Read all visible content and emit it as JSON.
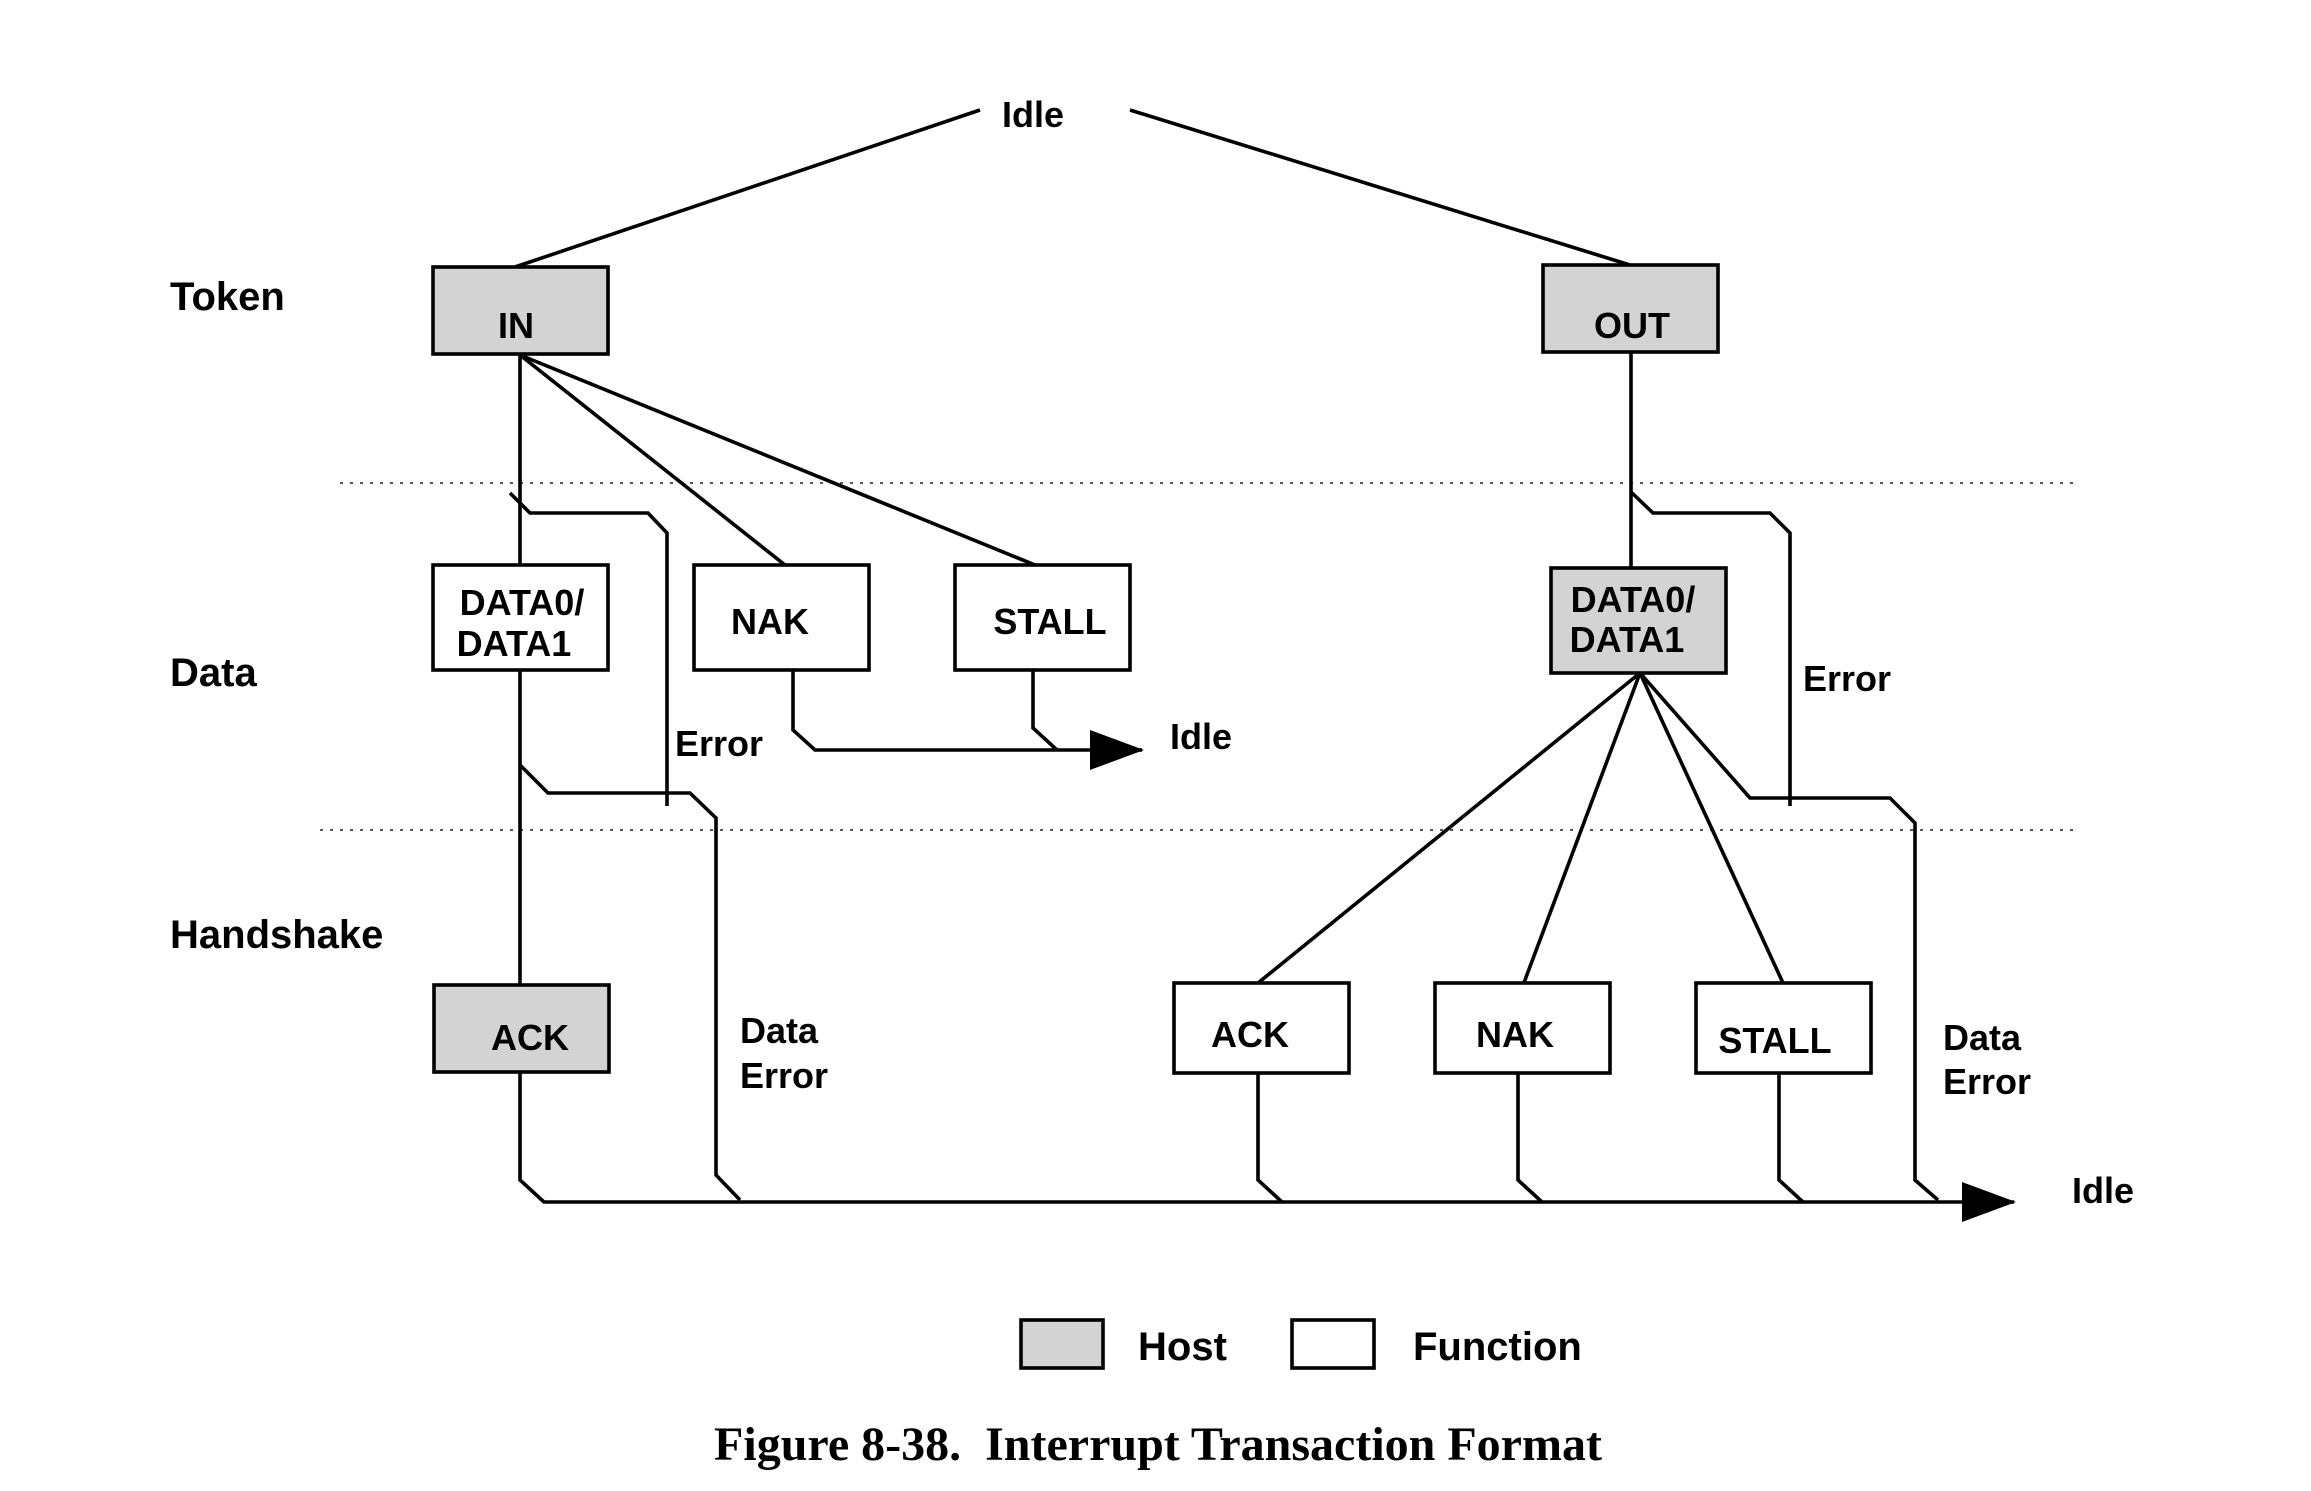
{
  "colors": {
    "host": "#d3d3d3",
    "function": "#ffffff",
    "stroke": "#000000",
    "separator": "#555555"
  },
  "phases": {
    "token": "Token",
    "data": "Data",
    "handshake": "Handshake"
  },
  "idle": {
    "top": "Idle",
    "data_stage": "Idle",
    "end": "Idle"
  },
  "in_branch": {
    "token": {
      "label": "IN",
      "type": "host"
    },
    "data_packet": {
      "line1": "DATA0/",
      "line2": "DATA1",
      "type": "function"
    },
    "nak": {
      "label": "NAK",
      "type": "function"
    },
    "stall": {
      "label": "STALL",
      "type": "function"
    },
    "error_label": "Error",
    "data_error": {
      "line1": "Data",
      "line2": "Error"
    },
    "ack": {
      "label": "ACK",
      "type": "host"
    }
  },
  "out_branch": {
    "token": {
      "label": "OUT",
      "type": "host"
    },
    "data_packet": {
      "line1": "DATA0/",
      "line2": "DATA1",
      "type": "host"
    },
    "error_label": "Error",
    "ack": {
      "label": "ACK",
      "type": "function"
    },
    "nak": {
      "label": "NAK",
      "type": "function"
    },
    "stall": {
      "label": "STALL",
      "type": "function"
    },
    "data_error": {
      "line1": "Data",
      "line2": "Error"
    }
  },
  "legend": {
    "host": "Host",
    "function": "Function"
  },
  "caption": "Figure 8-38.  Interrupt Transaction Format"
}
